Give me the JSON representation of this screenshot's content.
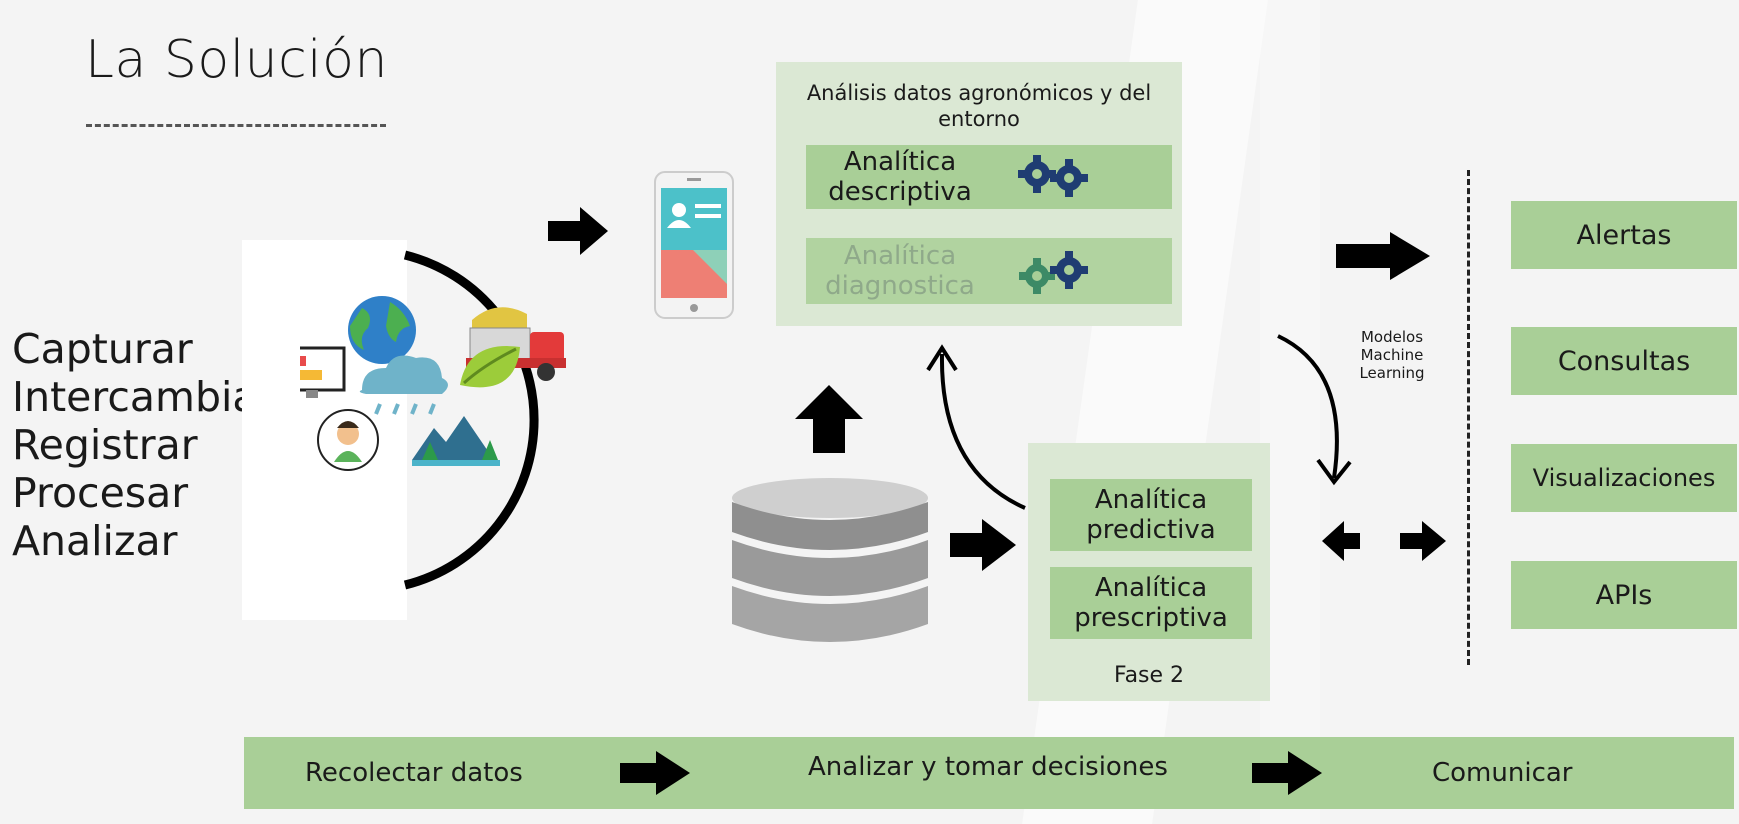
{
  "title": "La Solución",
  "actions": [
    "Capturar",
    "Intercambiar",
    "Registrar",
    "Procesar",
    "Analizar"
  ],
  "analysis_panel": {
    "heading": "Análisis datos agronómicos y del entorno",
    "descriptive": "Analítica descriptiva",
    "diagnostic": "Analítica diagnostica"
  },
  "phase2_panel": {
    "predictive": "Analítica predictiva",
    "prescriptive": "Analítica prescriptiva",
    "footer": "Fase 2"
  },
  "models_label": "Modelos Machine Learning",
  "outputs": [
    "Alertas",
    "Consultas",
    "Visualizaciones",
    "APIs"
  ],
  "bottom_bar": {
    "step1": "Recolectar datos",
    "step2": "Analizar y tomar decisiones",
    "step3": "Comunicar"
  },
  "colors": {
    "box_green": "#a9cf97",
    "panel_green": "#dbe8d4",
    "gear_blue": "#1f3d72",
    "gear_green": "#3d8a66"
  }
}
